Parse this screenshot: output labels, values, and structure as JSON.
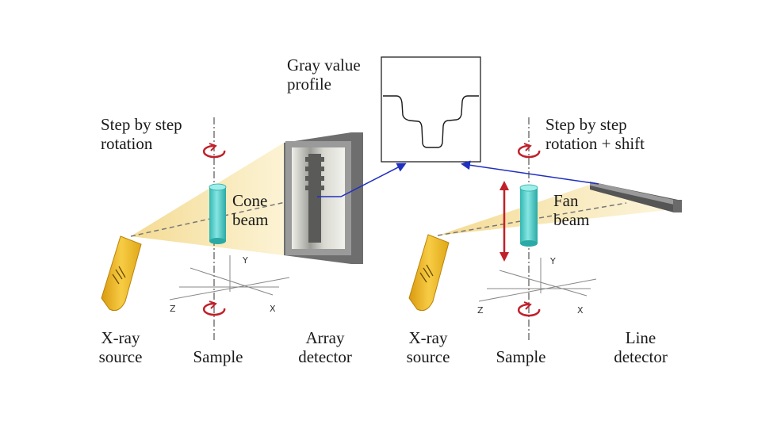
{
  "profile": {
    "title_line1": "Gray value",
    "title_line2": "profile"
  },
  "left_setup": {
    "rotation_line1": "Step by step",
    "rotation_line2": "rotation",
    "beam_line1": "Cone",
    "beam_line2": "beam",
    "source_line1": "X-ray",
    "source_line2": "source",
    "sample": "Sample",
    "detector_line1": "Array",
    "detector_line2": "detector",
    "axes": {
      "y": "Y",
      "z": "Z",
      "x": "X"
    }
  },
  "right_setup": {
    "rotation_line1": "Step by step",
    "rotation_line2": "rotation + shift",
    "beam_line1": "Fan",
    "beam_line2": "beam",
    "source_line1": "X-ray",
    "source_line2": "source",
    "sample": "Sample",
    "detector_line1": "Line",
    "detector_line2": "detector",
    "axes": {
      "y": "Y",
      "z": "Z",
      "x": "X"
    }
  },
  "colors": {
    "beam": "#f5dc92",
    "source": "#e9b21e",
    "sample": "#5fd3cf",
    "rotation_arrow": "#c0202a",
    "connector": "#2030c0",
    "detector_frame": "#8f8f8f"
  }
}
